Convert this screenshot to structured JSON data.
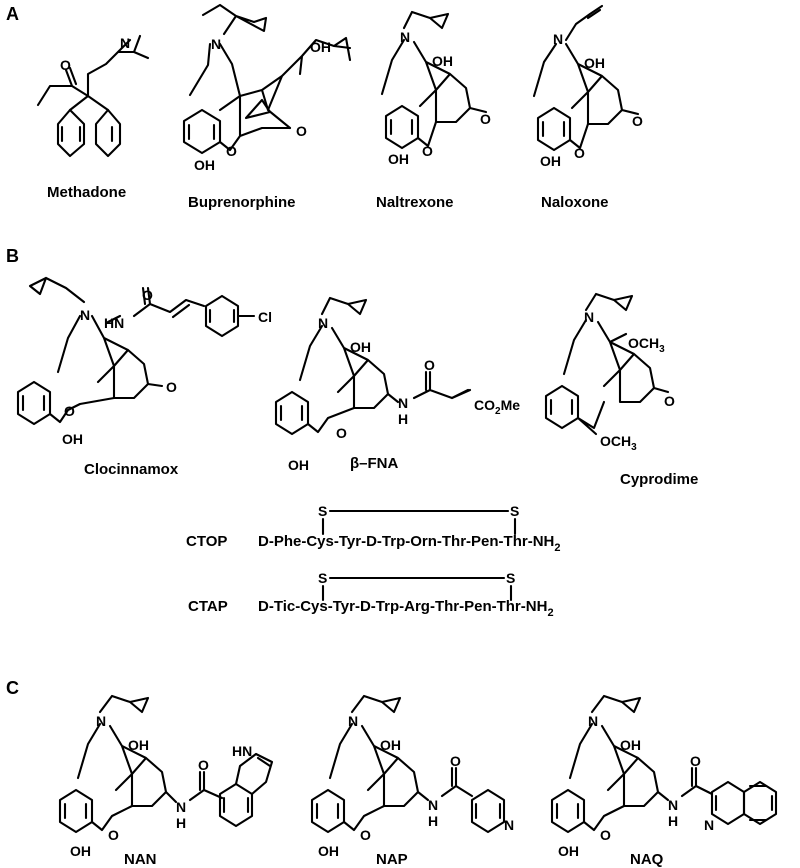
{
  "panels": [
    {
      "label": "A",
      "compounds": [
        {
          "name": "Methadone",
          "atoms": {
            "o": "O",
            "n": "N"
          }
        },
        {
          "name": "Buprenorphine",
          "atoms": {
            "n": "N",
            "oh": "OH",
            "ome": "O",
            "oring": "O",
            "phenol": "OH"
          }
        },
        {
          "name": "Naltrexone",
          "atoms": {
            "n": "N",
            "oh": "OH",
            "ketone": "O",
            "oring": "O",
            "phenol": "OH"
          }
        },
        {
          "name": "Naloxone",
          "atoms": {
            "n": "N",
            "oh": "OH",
            "ketone": "O",
            "oring": "O",
            "phenol": "OH"
          }
        }
      ]
    },
    {
      "label": "B",
      "compounds": [
        {
          "name": "Clocinnamox",
          "atoms": {
            "n": "N",
            "hn": "HN",
            "amide_o": "O",
            "cl": "Cl",
            "ketone": "O",
            "oring": "O",
            "phenol": "OH"
          }
        },
        {
          "name": "β–FNA",
          "atoms": {
            "n": "N",
            "oh": "OH",
            "nh_n": "N",
            "nh_h": "H",
            "amide_o": "O",
            "ester": "CO",
            "ester_sub": "2",
            "ester_me": "Me",
            "oring": "O",
            "phenol": "OH"
          }
        },
        {
          "name": "Cyprodime",
          "atoms": {
            "n": "N",
            "och3_1": "OCH",
            "och3_1_sub": "3",
            "ketone": "O",
            "och3_2": "OCH",
            "och3_2_sub": "3"
          }
        }
      ],
      "peptides": [
        {
          "name": "CTOP",
          "sequence": "D-Phe-Cys-Tyr-D-Trp-Orn-Thr-Pen-Thr-NH",
          "subscript": "2",
          "bridge_left": "S",
          "bridge_right": "S"
        },
        {
          "name": "CTAP",
          "sequence": "D-Tic-Cys-Tyr-D-Trp-Arg-Thr-Pen-Thr-NH",
          "subscript": "2",
          "bridge_left": "S",
          "bridge_right": "S"
        }
      ]
    },
    {
      "label": "C",
      "compounds": [
        {
          "name": "NAN",
          "atoms": {
            "n": "N",
            "oh": "OH",
            "nh_n": "N",
            "nh_h": "H",
            "amide_o": "O",
            "indole_hn": "HN",
            "oring": "O",
            "phenol": "OH"
          }
        },
        {
          "name": "NAP",
          "atoms": {
            "n": "N",
            "oh": "OH",
            "nh_n": "N",
            "nh_h": "H",
            "amide_o": "O",
            "pyr_n": "N",
            "oring": "O",
            "phenol": "OH"
          }
        },
        {
          "name": "NAQ",
          "atoms": {
            "n": "N",
            "oh": "OH",
            "nh_n": "N",
            "nh_h": "H",
            "amide_o": "O",
            "isoq_n": "N",
            "oring": "O",
            "phenol": "OH"
          }
        }
      ]
    }
  ]
}
